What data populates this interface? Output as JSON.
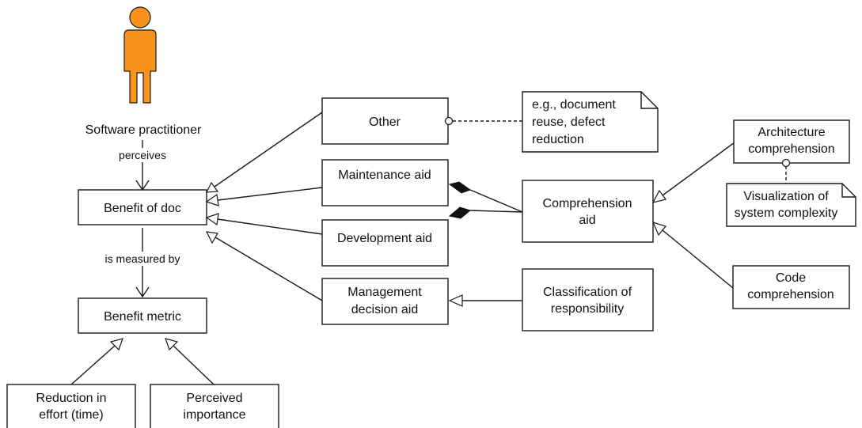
{
  "actor": {
    "label": "Software practitioner",
    "color": "#F7931E"
  },
  "nodes": {
    "benefit_of_doc": {
      "lines": [
        "Benefit of doc"
      ]
    },
    "benefit_metric": {
      "lines": [
        "Benefit metric"
      ]
    },
    "reduction_in_effort": {
      "lines": [
        "Reduction in",
        "effort (time)"
      ]
    },
    "perceived_importance": {
      "lines": [
        "Perceived",
        "importance"
      ]
    },
    "other": {
      "lines": [
        "Other"
      ]
    },
    "maintenance_aid": {
      "lines": [
        "Maintenance aid"
      ]
    },
    "development_aid": {
      "lines": [
        "Development aid"
      ]
    },
    "management_decision_aid": {
      "lines": [
        "Management",
        "decision aid"
      ]
    },
    "comprehension_aid": {
      "lines": [
        "Comprehension",
        "aid"
      ]
    },
    "classification_of_responsibility": {
      "lines": [
        "Classification of",
        "responsibility"
      ]
    },
    "architecture_comprehension": {
      "lines": [
        "Architecture",
        "comprehension"
      ]
    },
    "code_comprehension": {
      "lines": [
        "Code",
        "comprehension"
      ]
    }
  },
  "notes": {
    "other_note": {
      "lines": [
        "e.g., document",
        "reuse, defect",
        "reduction"
      ]
    },
    "architecture_note": {
      "lines": [
        "Visualization of",
        "system complexity"
      ]
    }
  },
  "edges": {
    "perceives": "perceives",
    "is_measured_by": "is measured by"
  }
}
